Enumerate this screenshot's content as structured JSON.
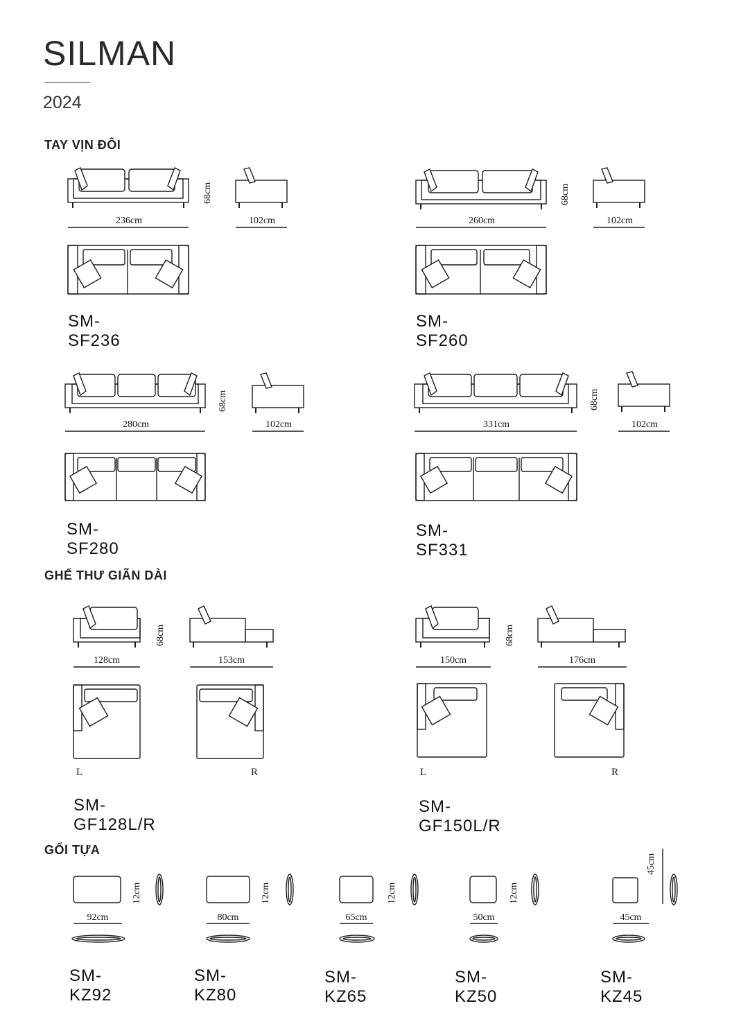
{
  "header": {
    "title": "SILMAN",
    "year": "2024"
  },
  "sections": {
    "sofas": "TAY VỊN ĐÔI",
    "chaises": "GHẾ THƯ GIÃN DÀI",
    "cushions": "GỐI TỰA"
  },
  "sofas": [
    {
      "code": "SM-SF236",
      "width": "236cm",
      "height": "68cm",
      "depth": "102cm"
    },
    {
      "code": "SM-SF260",
      "width": "260cm",
      "height": "68cm",
      "depth": "102cm"
    },
    {
      "code": "SM-SF280",
      "width": "280cm",
      "height": "68cm",
      "depth": "102cm"
    },
    {
      "code": "SM-SF331",
      "width": "331cm",
      "height": "68cm",
      "depth": "102cm"
    }
  ],
  "chaises": [
    {
      "code": "SM-GF128L/R",
      "width": "128cm",
      "height": "68cm",
      "depth": "153cm",
      "left": "L",
      "right": "R"
    },
    {
      "code": "SM-GF150L/R",
      "width": "150cm",
      "height": "68cm",
      "depth": "176cm",
      "left": "L",
      "right": "R"
    }
  ],
  "cushions": [
    {
      "code": "SM-KZ92",
      "width": "92cm",
      "height": "12cm"
    },
    {
      "code": "SM-KZ80",
      "width": "80cm",
      "height": "12cm"
    },
    {
      "code": "SM-KZ65",
      "width": "65cm",
      "height": "12cm"
    },
    {
      "code": "SM-KZ50",
      "width": "50cm",
      "height": "12cm"
    },
    {
      "code": "SM-KZ45",
      "width": "45cm",
      "height": "45cm"
    }
  ]
}
